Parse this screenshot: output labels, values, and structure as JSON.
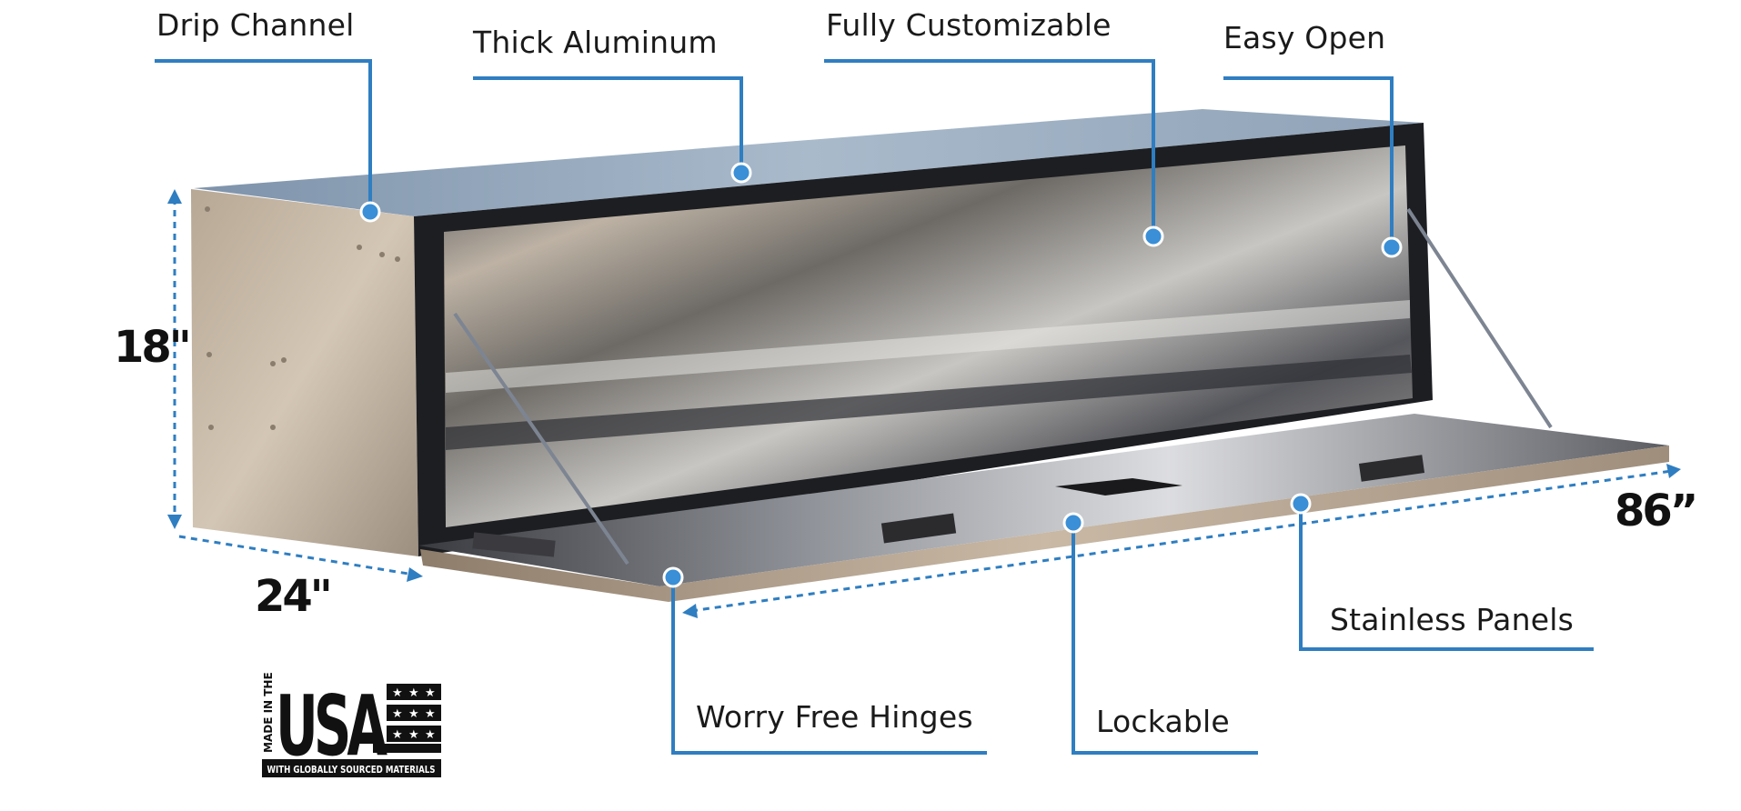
{
  "accent_color": "#2f7ec1",
  "callouts": [
    {
      "id": "drip-channel",
      "label": "Drip Channel"
    },
    {
      "id": "thick-aluminum",
      "label": "Thick Aluminum"
    },
    {
      "id": "fully-customizable",
      "label": "Fully Customizable"
    },
    {
      "id": "easy-open",
      "label": "Easy Open"
    },
    {
      "id": "stainless-panels",
      "label": "Stainless Panels"
    },
    {
      "id": "worry-free-hinges",
      "label": "Worry Free Hinges"
    },
    {
      "id": "lockable",
      "label": "Lockable"
    }
  ],
  "dimensions": {
    "height": "18\"",
    "depth": "24\"",
    "length": "86”"
  },
  "badge": {
    "made_in_the": "MADE IN THE",
    "usa": "USA",
    "subtitle": "WITH GLOBALLY SOURCED MATERIALS",
    "icon": "us-flag-stars-icon"
  }
}
